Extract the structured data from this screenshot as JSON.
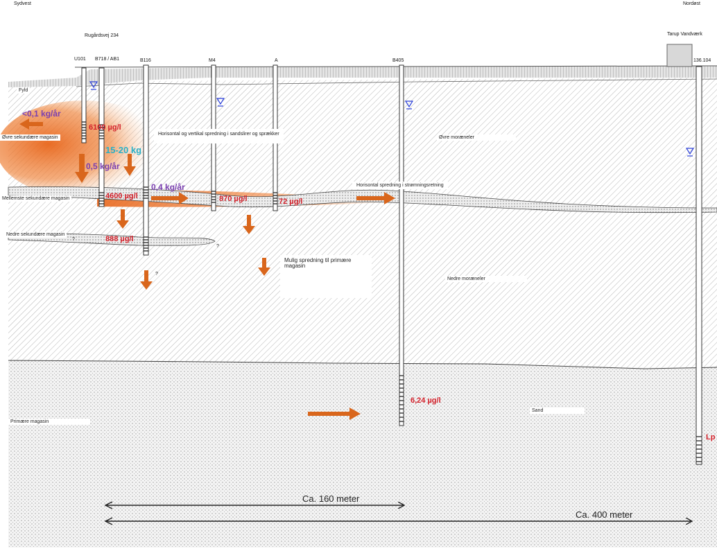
{
  "header": {
    "left_direction": "Sydvest",
    "right_direction": "Nordøst",
    "address": "Rugårdsvej 234",
    "waterworks": "Tarup Vandværk"
  },
  "wells": {
    "u101": "U101",
    "b718": "B718 / AB1",
    "b116": "B116",
    "m4": "M4",
    "a": "A",
    "b405": "B405",
    "ref": "136.104"
  },
  "layers": {
    "fyld": "Fyld",
    "upper_secondary": "Øvre sekundære magasin",
    "middle_secondary": "Mellemste sekundære magasin",
    "lower_secondary": "Nedre sekundære magasin",
    "upper_moraine": "Øvre moræneler",
    "lower_moraine": "Nedre moræneler",
    "sand": "Sand",
    "primary": "Primære magasin"
  },
  "annotations": {
    "horizontal_vertical": "Horisontal og vertikal spredning i sandslirer og sprækker",
    "horizontal_flow": "Horisontal spredning i strømningsretning",
    "possible_spread": "Mulig spredning til primære magasin",
    "question": "?"
  },
  "concentrations": {
    "c6100": "6100 µg/l",
    "c4600": "4600 µg/l",
    "c870": "870 µg/l",
    "c72": "72 µg/l",
    "c888": "888 µg/l",
    "c624": "6,24 µg/l",
    "cref": "Lp"
  },
  "fluxes": {
    "f_lt01": "<0,1 kg/år",
    "f_05": "0,5 kg/år",
    "f_04": "0,4 kg/år",
    "mass": "15-20 kg"
  },
  "scale": {
    "s160": "Ca. 160 meter",
    "s400": "Ca. 400 meter"
  },
  "colors": {
    "plume": "#e8651a",
    "arrow": "#d9661c",
    "concentration": "#d3202a",
    "flux": "#7a3fb0",
    "mass": "#2ab0c8",
    "water_table": "#2a3fd8"
  }
}
